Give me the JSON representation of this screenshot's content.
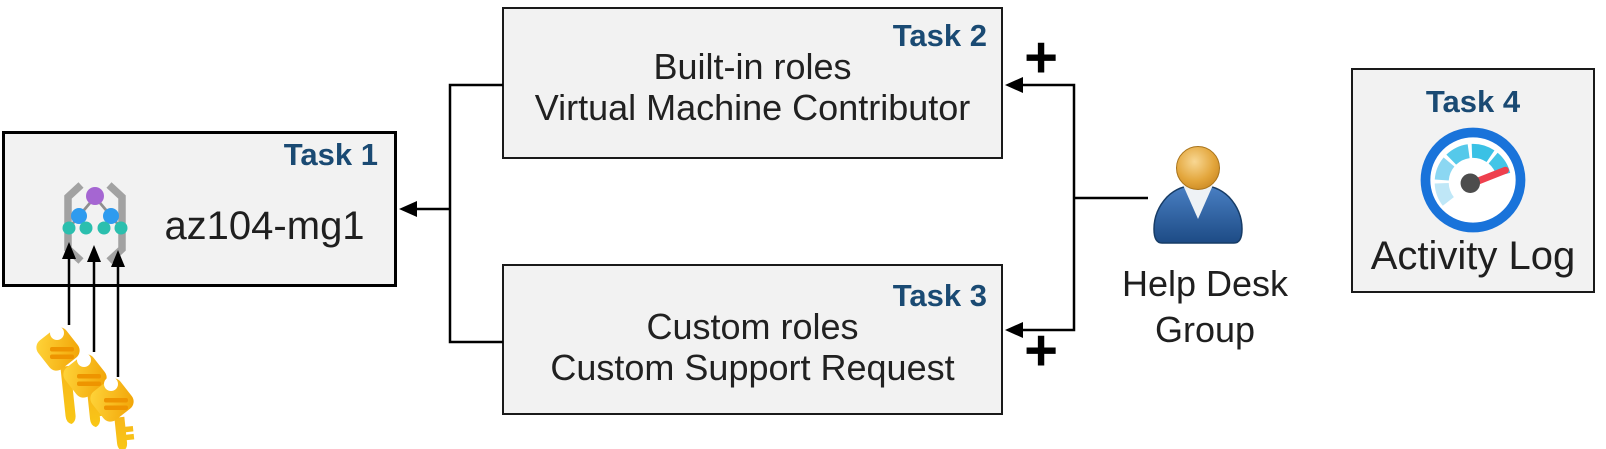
{
  "tasks": {
    "task1": {
      "label": "Task 1",
      "name": "az104-mg1"
    },
    "task2": {
      "label": "Task 2",
      "line1": "Built-in roles",
      "line2": "Virtual Machine Contributor"
    },
    "task3": {
      "label": "Task 3",
      "line1": "Custom roles",
      "line2": "Custom Support Request"
    },
    "task4": {
      "label": "Task 4",
      "caption": "Activity Log"
    }
  },
  "actor": {
    "line1": "Help Desk",
    "line2": "Group"
  },
  "connectors": {
    "plus_symbol": "+"
  },
  "icons": {
    "task1": "management-group-icon",
    "task1_lower_left": "access-keys-icon",
    "actor": "user-person-icon",
    "task4": "activity-log-gauge-icon"
  },
  "colors": {
    "task_label_blue": "#1a4a73",
    "box_fill": "#f2f2f2",
    "box_border": "#1a1a1a",
    "connector_black": "#000000",
    "key_gold": "#f5a805",
    "person_blue": "#2e5f9e",
    "person_head_orange": "#e3a63c",
    "gauge_ring_blue": "#1973da",
    "gauge_needle_red": "#ee404e",
    "node_purple": "#a566d2",
    "node_blue": "#2e9bef",
    "node_teal": "#2bbfae"
  }
}
